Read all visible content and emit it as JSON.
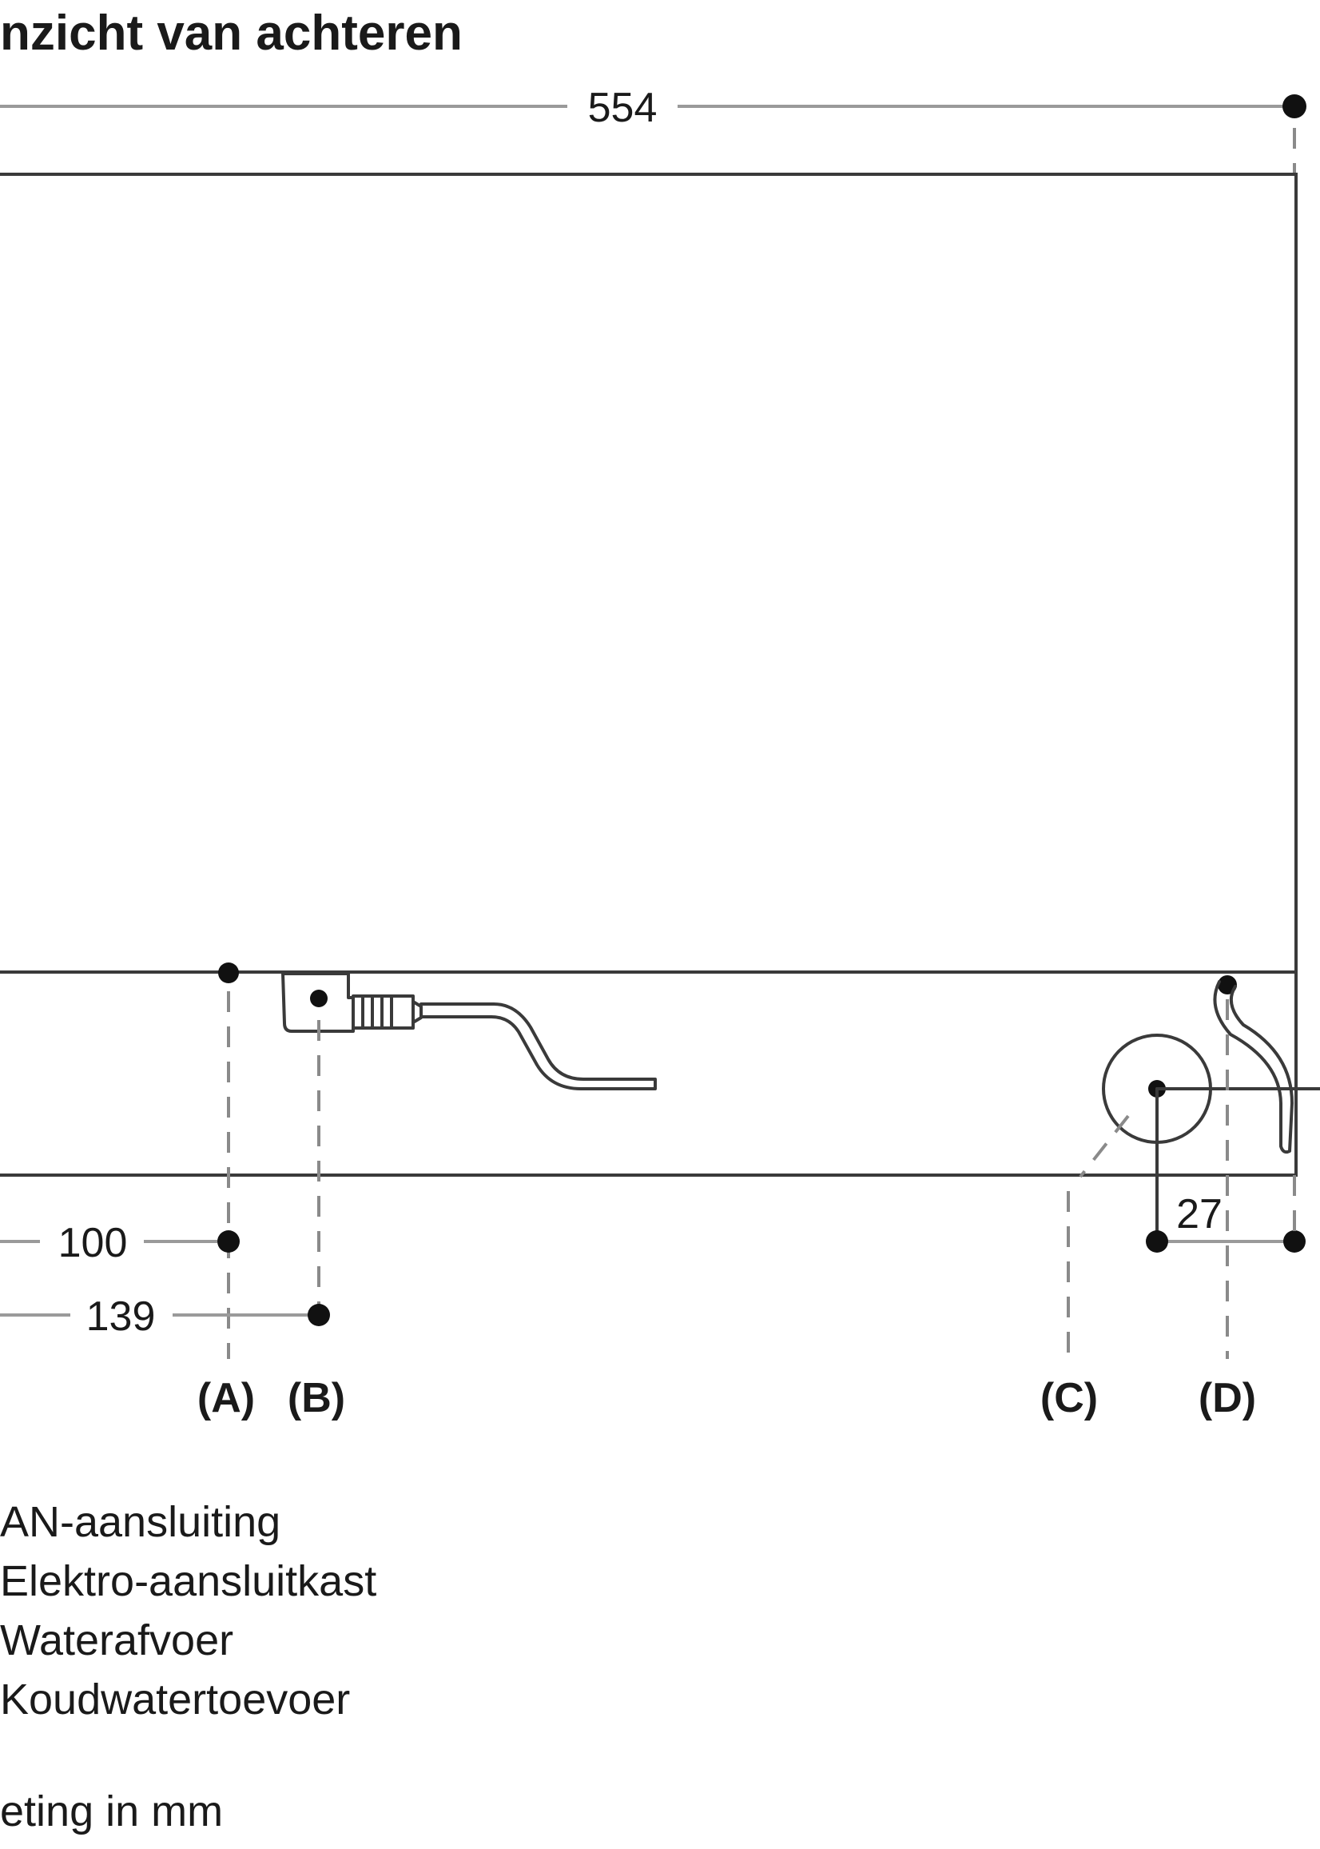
{
  "title": "nzicht van achteren",
  "dimensions": {
    "width": "554",
    "a_offset": "100",
    "b_offset": "139",
    "drain_offset": "27"
  },
  "markers": {
    "a": "(A)",
    "b": "(B)",
    "c": "(C)",
    "d": "(D)"
  },
  "legend": [
    "AN-aansluiting",
    "Elektro-aansluitkast",
    "Waterafvoer",
    "Koudwatertoevoer"
  ],
  "note": "eting in mm"
}
